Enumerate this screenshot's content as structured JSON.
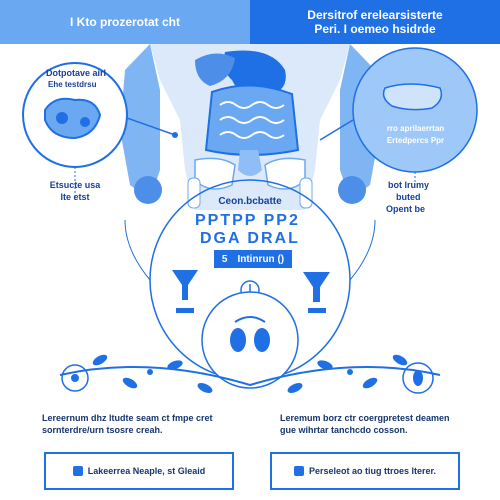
{
  "header": {
    "left_title": "I Kto prozerotat cht",
    "right_line1": "Dersitrof erelearsisterte",
    "right_line2": "Peri. I oemeo hsidrde"
  },
  "left_inset": {
    "title": "Dotpotave airl",
    "subtitle": "Ehe testdrsu"
  },
  "left_caption": {
    "line1": "Etsucte usa",
    "line2": "Ite etst"
  },
  "right_inset": {
    "line1": "rro aprilaerrtan",
    "line2": "Ertedpercs Ppr"
  },
  "right_caption": {
    "line1": "bot lrumy",
    "line2": "buted",
    "line3": "Opent be"
  },
  "center": {
    "title": "Ceon.bcbatte",
    "big_line1": "PPTPP PP2",
    "big_line2": "DGA DRAL",
    "pill_number": "5",
    "pill_label": "Intinrun ()"
  },
  "bottom_text": {
    "left_line1": "Lereernum dhz ltudte seam ct fmpe cret",
    "left_line2": "sornterdre/urn tsosre creah.",
    "right_line1": "Leremum borz ctr coergpretest deamen",
    "right_line2": "gue wihrtar tanchcdo cosson."
  },
  "bottom_boxes": {
    "left_label": "Lakeerrea Neaple, st Gleaid",
    "right_label": "Perseleot ao tiug ttroes lterer."
  },
  "colors": {
    "primary": "#1f6fe5",
    "light": "#6aa8f2",
    "pale": "#dbe9fb",
    "dark": "#16356e"
  }
}
